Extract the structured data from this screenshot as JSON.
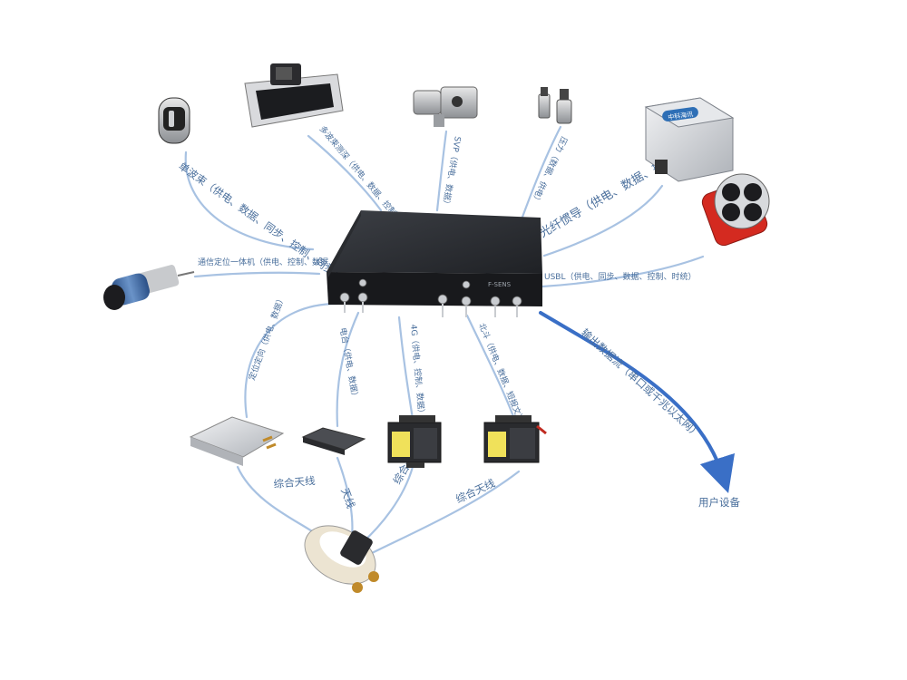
{
  "colors": {
    "connector": "#a8c2e2",
    "label_text": "#4a6f9c",
    "output_arrow": "#3a6fc6",
    "hub_body": "#2b2d31",
    "gyro_brand": "#2e6fb6",
    "acoustic_red": "#d42a20"
  },
  "labels": {
    "single_beam": "单波束（供电、数据、同步、控制、同步）",
    "comm_positioning": "通信定位一体机（供电、控制、数据、同步、时统）",
    "multibeam": "多波束测深（供电、数据、控制、时统）",
    "sensor_top": "SVP（供电、数据）",
    "pressure": "压力（数据、供电）",
    "fog": "光纤惯导（供电、数据、控制、时统）",
    "usbl": "USBL（供电、同步、数据、控制、时统）",
    "output_stream": "输出数据流（串口或千兆以太网）",
    "user_device": "用户设备",
    "gnss_receiver": "定位定向（供电、数据）",
    "radio": "电台（供电、数据）",
    "dtu_1": "4G（供电、控制、数据）",
    "dtu_2": "北斗（供电、数据、短报文）",
    "antenna_1": "综合天线",
    "antenna_2": "天线",
    "antenna_3": "综合天线",
    "antenna_4": "综合天线"
  },
  "devices": {
    "gyro_logo_text": "中科海讯",
    "hub_brand": "F-SENS"
  }
}
